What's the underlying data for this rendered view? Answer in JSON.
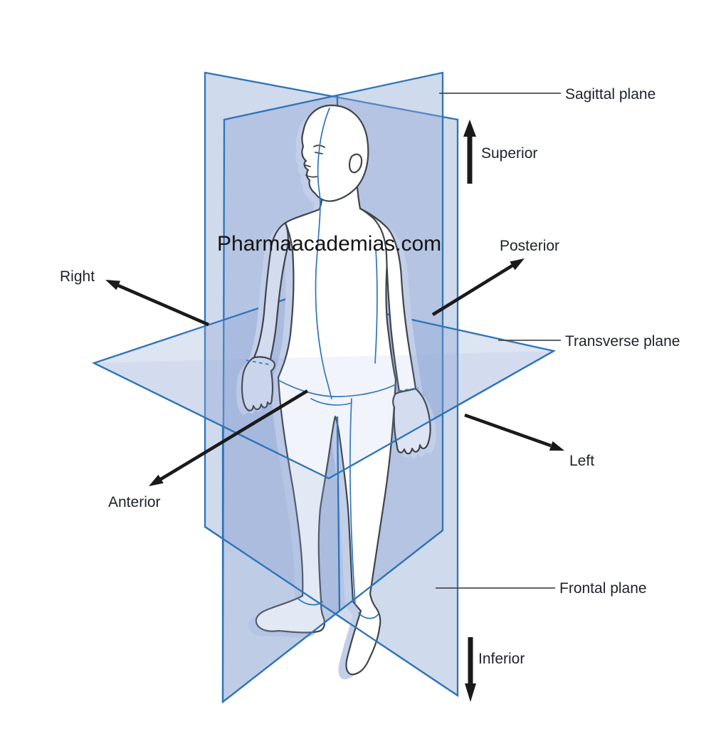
{
  "figure": {
    "description": "Anatomical planes and directional terms diagram",
    "watermark": "Pharmaacademias.com",
    "labels": {
      "sagittal_plane": "Sagittal plane",
      "transverse_plane": "Transverse plane",
      "frontal_plane": "Frontal plane",
      "superior": "Superior",
      "inferior": "Inferior",
      "posterior": "Posterior",
      "anterior": "Anterior",
      "left": "Left",
      "right": "Right"
    },
    "colors": {
      "bg": "#ffffff",
      "plane_fill": "#8fa7d3",
      "plane_edge": "#2e74b8",
      "body_outline": "#3f444b",
      "body_shadow": "#c2cfe9",
      "limb_tint": "#d3dcef",
      "hand_tint": "#dde5f3",
      "arrow": "#1a1a1a",
      "leader_line": "#4d4d4d",
      "label_text": "#1d222b",
      "watermark_text": "#141414"
    }
  }
}
